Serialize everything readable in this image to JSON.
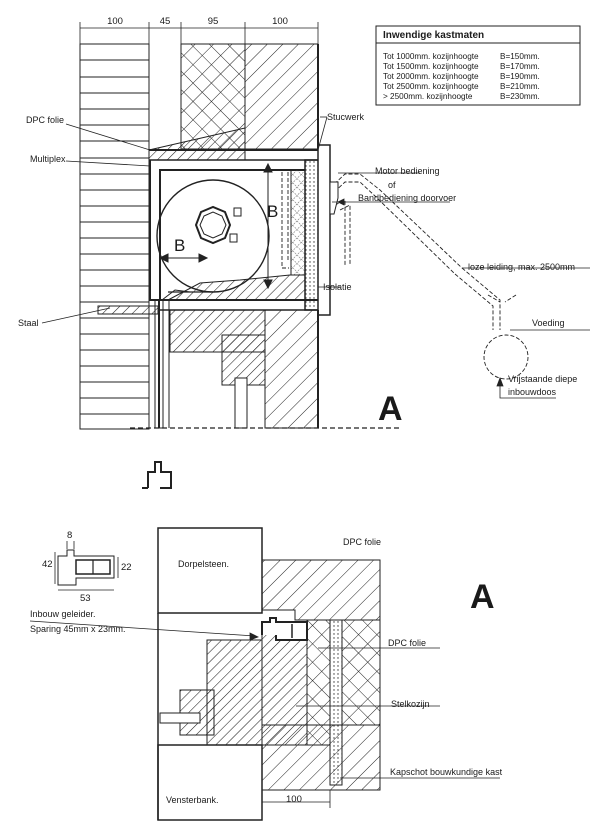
{
  "top_dimensions": [
    "100",
    "45",
    "95",
    "100"
  ],
  "table": {
    "title": "Inwendige kastmaten",
    "rows": [
      {
        "height": "Tot 1000mm. kozijnhoogte",
        "size": "B=150mm."
      },
      {
        "height": "Tot 1500mm. kozijnhoogte",
        "size": "B=170mm."
      },
      {
        "height": "Tot 2000mm. kozijnhoogte",
        "size": "B=190mm."
      },
      {
        "height": "Tot 2500mm. kozijnhoogte",
        "size": "B=210mm."
      },
      {
        "height": ">   2500mm. kozijnhoogte",
        "size": "B=230mm."
      }
    ]
  },
  "top_labels": {
    "dpc_folie": "DPC folie",
    "multiplex": "Multiplex",
    "staal": "Staal",
    "stucwerk": "Stucwerk",
    "motor_bediening": "Motor bediening",
    "of": "of",
    "bandbediening": "Bandbediening doorvoer",
    "loze_leiding": "loze leiding, max. 2500mm",
    "isolatie": "Isolatie",
    "voeding": "Voeding",
    "vrijstaande_1": "Vrijstaande diepe",
    "vrijstaande_2": "inbouwdoos",
    "b_vertical": "B",
    "b_horizontal": "B",
    "section_letter": "A"
  },
  "profile_dims": {
    "top": "8",
    "left": "42",
    "right": "22",
    "bottom": "53"
  },
  "bottom_labels": {
    "dorpelsteen": "Dorpelsteen.",
    "dpc_folie_top": "DPC folie",
    "inbouw_1": "Inbouw geleider.",
    "inbouw_2": "Sparing 45mm x 23mm.",
    "dpc_folie_mid": "DPC folie",
    "stelkozijn": "Stelkozijn",
    "kapschot": "Kapschot bouwkundige kast",
    "vensterbank": "Vensterbank.",
    "dim_100": "100",
    "section_letter": "A"
  }
}
